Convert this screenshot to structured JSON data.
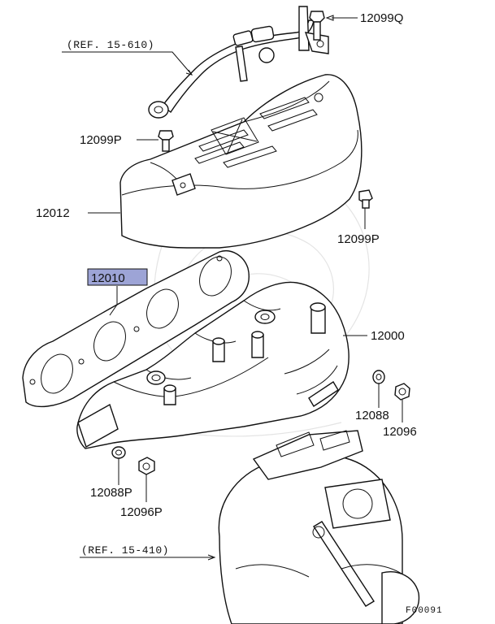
{
  "diagram": {
    "callouts": {
      "bolt_top": "12099Q",
      "bolt_cover": "12099P",
      "cover": "12012",
      "gasket": "12010",
      "bolt_right": "12099P",
      "manifold": "12000",
      "washer_right": "12088",
      "nut_right": "12096",
      "washer_bottom": "12088P",
      "nut_bottom": "12096P"
    },
    "references": {
      "oil_pipe": "(REF. 15-610)",
      "turbo": "(REF. 15-410)"
    },
    "figure_code": "F00091",
    "highlight_color": "#9da4d6"
  }
}
